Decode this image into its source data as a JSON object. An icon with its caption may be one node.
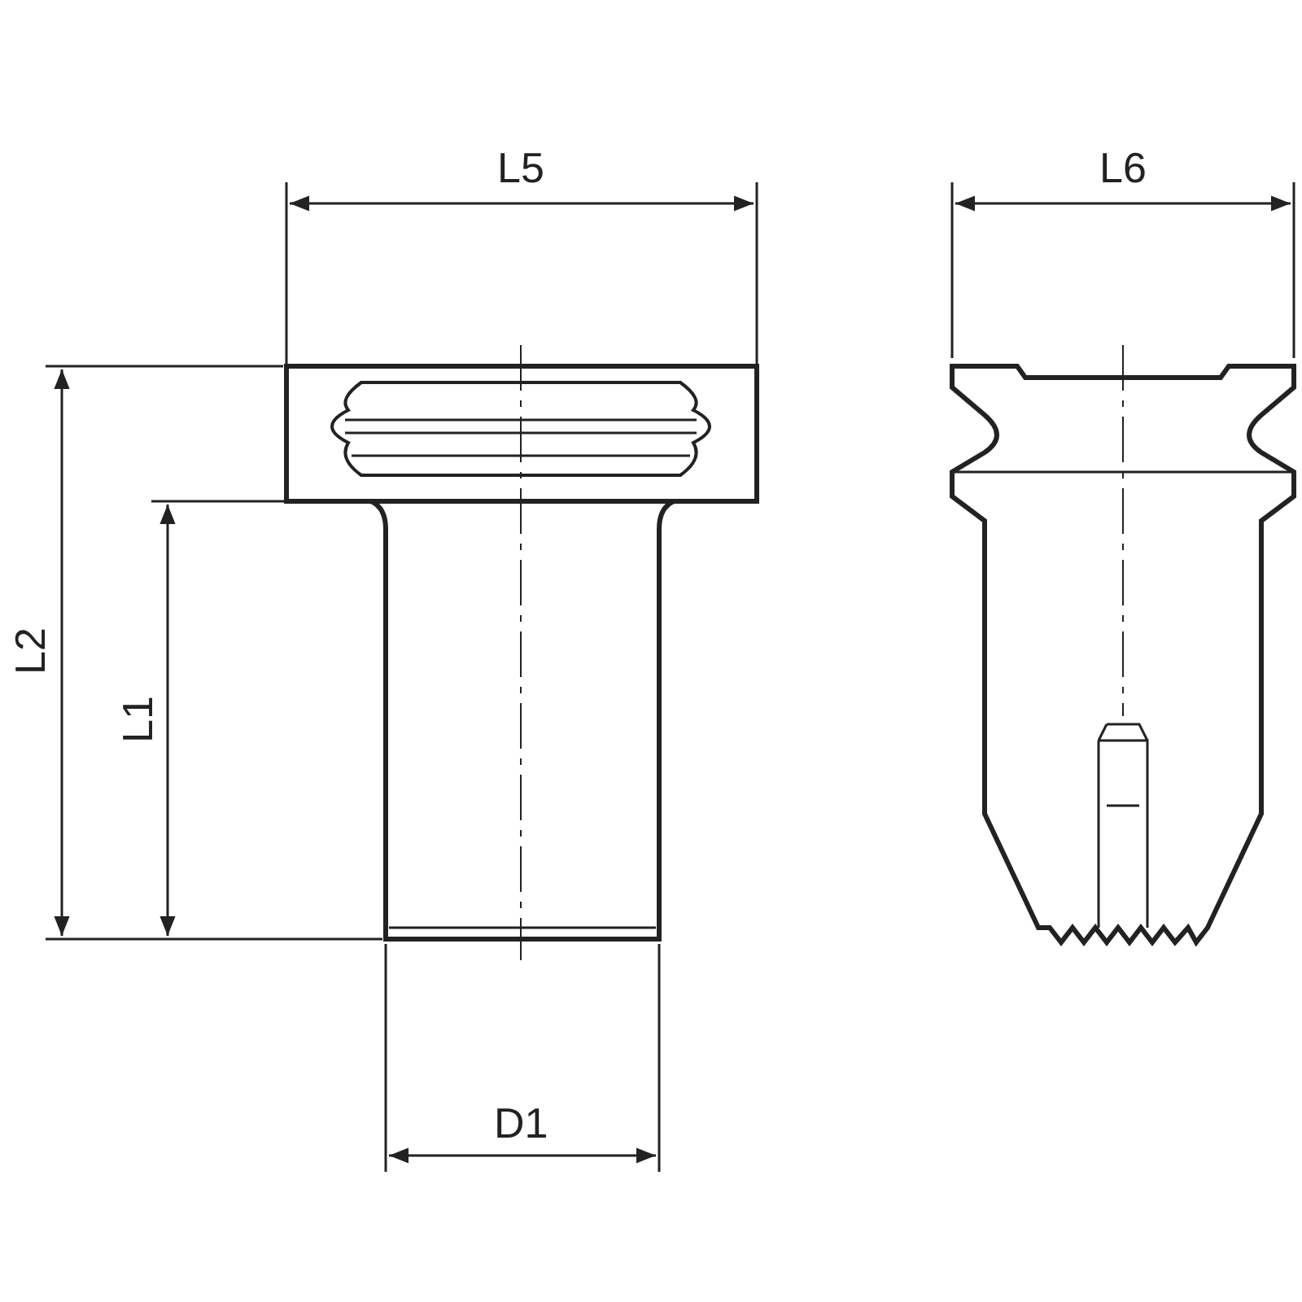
{
  "diagram": {
    "labels": [
      "L5",
      "L6",
      "L2",
      "L1",
      "D1"
    ]
  }
}
